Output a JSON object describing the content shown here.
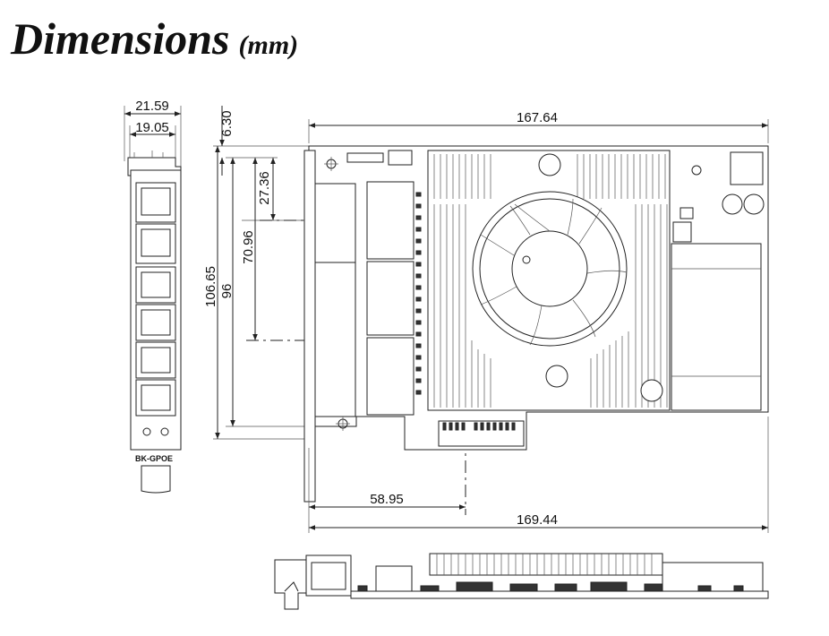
{
  "title": {
    "main": "Dimensions",
    "unit": "(mm)"
  },
  "bracket": {
    "label": "BK-GPOE"
  },
  "dimensions": {
    "d_21_59": "21.59",
    "d_19_05": "19.05",
    "d_6_30": "6.30",
    "d_27_36": "27.36",
    "d_70_96": "70.96",
    "d_106_65": "106.65",
    "d_96": "96",
    "d_167_64": "167.64",
    "d_58_95": "58.95",
    "d_169_44": "169.44"
  }
}
